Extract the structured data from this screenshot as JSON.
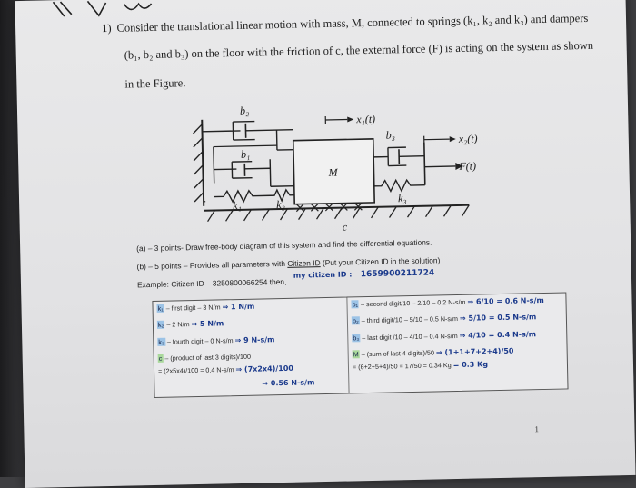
{
  "question": {
    "number": "1)",
    "line1": "Consider the translational linear motion with mass, M, connected to springs (k₁, k₂ and k₃) and dampers",
    "line2": "(b₁, b₂ and b₃) on the floor with the friction of c, the external force (F) is acting on the system as shown",
    "line3": "in the Figure."
  },
  "figure": {
    "b2": "b₂",
    "b1": "b₁",
    "b3": "b₃",
    "k1": "k₁",
    "k2": "k₂",
    "k3": "k₃",
    "M": "M",
    "c": "c",
    "x1": "x₁(t)",
    "x2": "x₂(t)",
    "F": "F(t)"
  },
  "parts": {
    "a": "(a) – 3 points- Draw free-body diagram of this system and find the differential equations.",
    "b_prefix": "(b) – 5 points – Provides all parameters with ",
    "b_link": "Citizen ID",
    "b_suffix": " (Put your Citizen ID in the solution)",
    "example": "Example: Citizen ID – 3250800066254 then,",
    "handwritten_id_label": "my citizen ID :",
    "handwritten_id": "1659900211724"
  },
  "table": {
    "left": [
      {
        "sym": "k₁",
        "text": "– first digit – 3 N/m",
        "note": "⇒ 1 N/m"
      },
      {
        "sym": "k₂",
        "text": "– 2 N/m",
        "note": "⇒ 5 N/m"
      },
      {
        "sym": "k₃",
        "text": "– fourth digit – 0 N-s/m",
        "note": "⇒ 9 N-s/m"
      },
      {
        "sym": "c",
        "text": "– (product of last 3 digits)/100",
        "note": ""
      },
      {
        "sym": "",
        "text": "= (2x5x4)/100 = 0.4 N-s/m",
        "note": "⇒ (7x2x4)/100"
      },
      {
        "sym": "",
        "text": "",
        "note": "⇒ 0.56 N-s/m"
      }
    ],
    "right": [
      {
        "sym": "b₁",
        "text": "– second digit/10 – 2/10 – 0.2 N-s/m",
        "note": "⇒ 6/10 = 0.6 N-s/m"
      },
      {
        "sym": "b₂",
        "text": "– third digit/10 – 5/10 – 0.5 N-s/m",
        "note": "⇒ 5/10 = 0.5 N-s/m"
      },
      {
        "sym": "b₃",
        "text": "– last digit /10 – 4/10 – 0.4 N-s/m",
        "note": "⇒ 4/10 = 0.4 N-s/m"
      },
      {
        "sym": "M",
        "text": "– (sum of last 4 digits)/50",
        "note": "⇒ (1+1+7+2+4)/50"
      },
      {
        "sym": "",
        "text": "= (6+2+5+4)/50 = 17/50 = 0.34 Kg",
        "note": "= 0.3 Kg"
      }
    ]
  },
  "page_number": "1"
}
